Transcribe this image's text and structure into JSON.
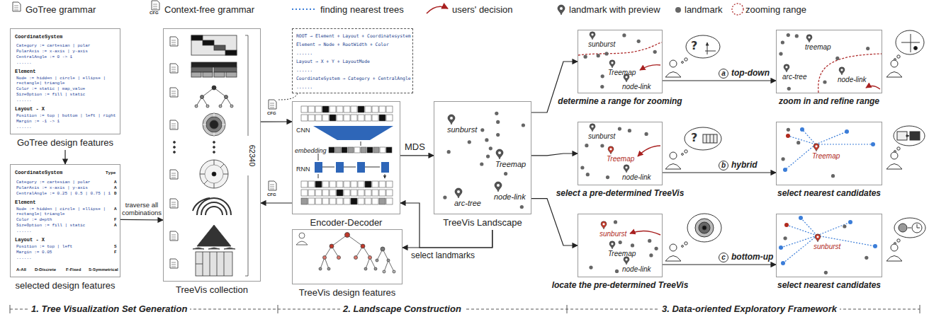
{
  "diagram": {
    "nodes": [
      {
        "text": [
          "CoordinateSystem",
          "Category := cartesian | polar",
          "PolarAxis := x-axis | y-axis",
          "CentralAngle := 0 -> 1",
          "......",
          "Element",
          "Node := hidden | circle | ellipse | rectangle| triangle",
          "Color := static | map_value",
          "SizeOption := fill | static",
          "......",
          "Layout - X",
          "Position := top | bottom | left | right",
          "Margin := -1 -> 1",
          "......",
          "GoTree design features"
        ]
      },
      {
        "text": [
          "CoordinateSystem",
          "Type",
          "Category := cartesian | polar",
          "A",
          "PolarAxis := x-axis | y-axis",
          "A",
          "CentralAngle := 0.25 | 0.5 | 0.75 | 1",
          "D",
          "Element",
          "Node := hidden | circle | ellipse | rectangle| triangle",
          "A",
          "Color := depth",
          "F",
          "SizeOption := fill | static",
          "A",
          "......",
          "Layout - X",
          "Position := top | left",
          "S",
          "Margin := 0.05",
          "F",
          "......",
          "A-All",
          "D-Discrete",
          "F-Fixed",
          "S-Symmetrical",
          "selected design features"
        ]
      },
      {
        "text": [
          "TreeVis collection"
        ]
      },
      {
        "text": [
          "ROOT → Element + Layout + Coordinatesystem",
          "Element → Node + RootWidth + Color",
          "......",
          "Layout → X + Y + LayoutMode",
          "......",
          "CoordinateSystem → Category + CentralAngle",
          "......"
        ]
      },
      {
        "text": [
          "Encoder-Decoder",
          "CNN",
          "embedding",
          "RNN"
        ]
      },
      {
        "text": [
          "TreeVis design features"
        ]
      },
      {
        "text": [
          "TreeVis Landscape",
          "sunburst",
          "Treemap",
          "node-link",
          "arc-tree"
        ]
      },
      {
        "text": [
          "determine a range for zooming",
          "sunburst",
          "Treemap",
          "node-link"
        ]
      },
      {
        "text": [
          "zoom in and refine range",
          "treemap",
          "arc-tree",
          "node-link"
        ]
      },
      {
        "text": [
          "select a pre-determined TreeVis",
          "sunburst",
          "Treemap",
          "node-link"
        ]
      },
      {
        "text": [
          "select nearest candidates",
          "Treemap"
        ]
      },
      {
        "text": [
          "locate the pre-determined TreeVis",
          "sunburst",
          "Treemap",
          "node-link"
        ]
      },
      {
        "text": [
          "select nearest candidates",
          "sunburst"
        ]
      }
    ],
    "edges": [
      {
        "from": 0,
        "to": 1,
        "arrow": "to"
      },
      {
        "from": 1,
        "to": 2,
        "label": "traverse all combinations",
        "arrow": "to"
      },
      {
        "from": 2,
        "to": 4,
        "label": "CFG",
        "arrow": "to"
      },
      {
        "from": 4,
        "to": 2,
        "label": "CFG",
        "arrow": "to"
      },
      {
        "from": 4,
        "to": 6,
        "label": "MDS",
        "arrow": "to"
      },
      {
        "from": 6,
        "to": 5,
        "label": "select landmarks",
        "arrow": "to"
      },
      {
        "from": 6,
        "to": 4,
        "arrow": "to"
      },
      {
        "from": 6,
        "to": 7,
        "arrow": "to"
      },
      {
        "from": 6,
        "to": 9,
        "arrow": "to"
      },
      {
        "from": 6,
        "to": 11,
        "arrow": "to"
      },
      {
        "from": 7,
        "to": 8,
        "label": "top-down",
        "arrow": "to"
      },
      {
        "from": 9,
        "to": 10,
        "label": "hybrid",
        "arrow": "to"
      },
      {
        "from": 11,
        "to": 12,
        "label": "bottom-up",
        "arrow": "to"
      }
    ],
    "labels": [
      "CFG",
      "62340",
      "?",
      "?",
      "a",
      "b",
      "c",
      "1. Tree Visualization Set Generation",
      "2. Landscape Construction",
      "3. Data-oriented Exploratory Framework"
    ],
    "legend": [
      {
        "text": "GoTree grammar"
      },
      {
        "text": "Context-free grammar"
      },
      {
        "text": "finding nearest trees"
      },
      {
        "text": "users' decision"
      },
      {
        "text": "landmark with preview"
      },
      {
        "text": "landmark",
        "color": "#666666"
      },
      {
        "text": "zooming range"
      }
    ]
  }
}
